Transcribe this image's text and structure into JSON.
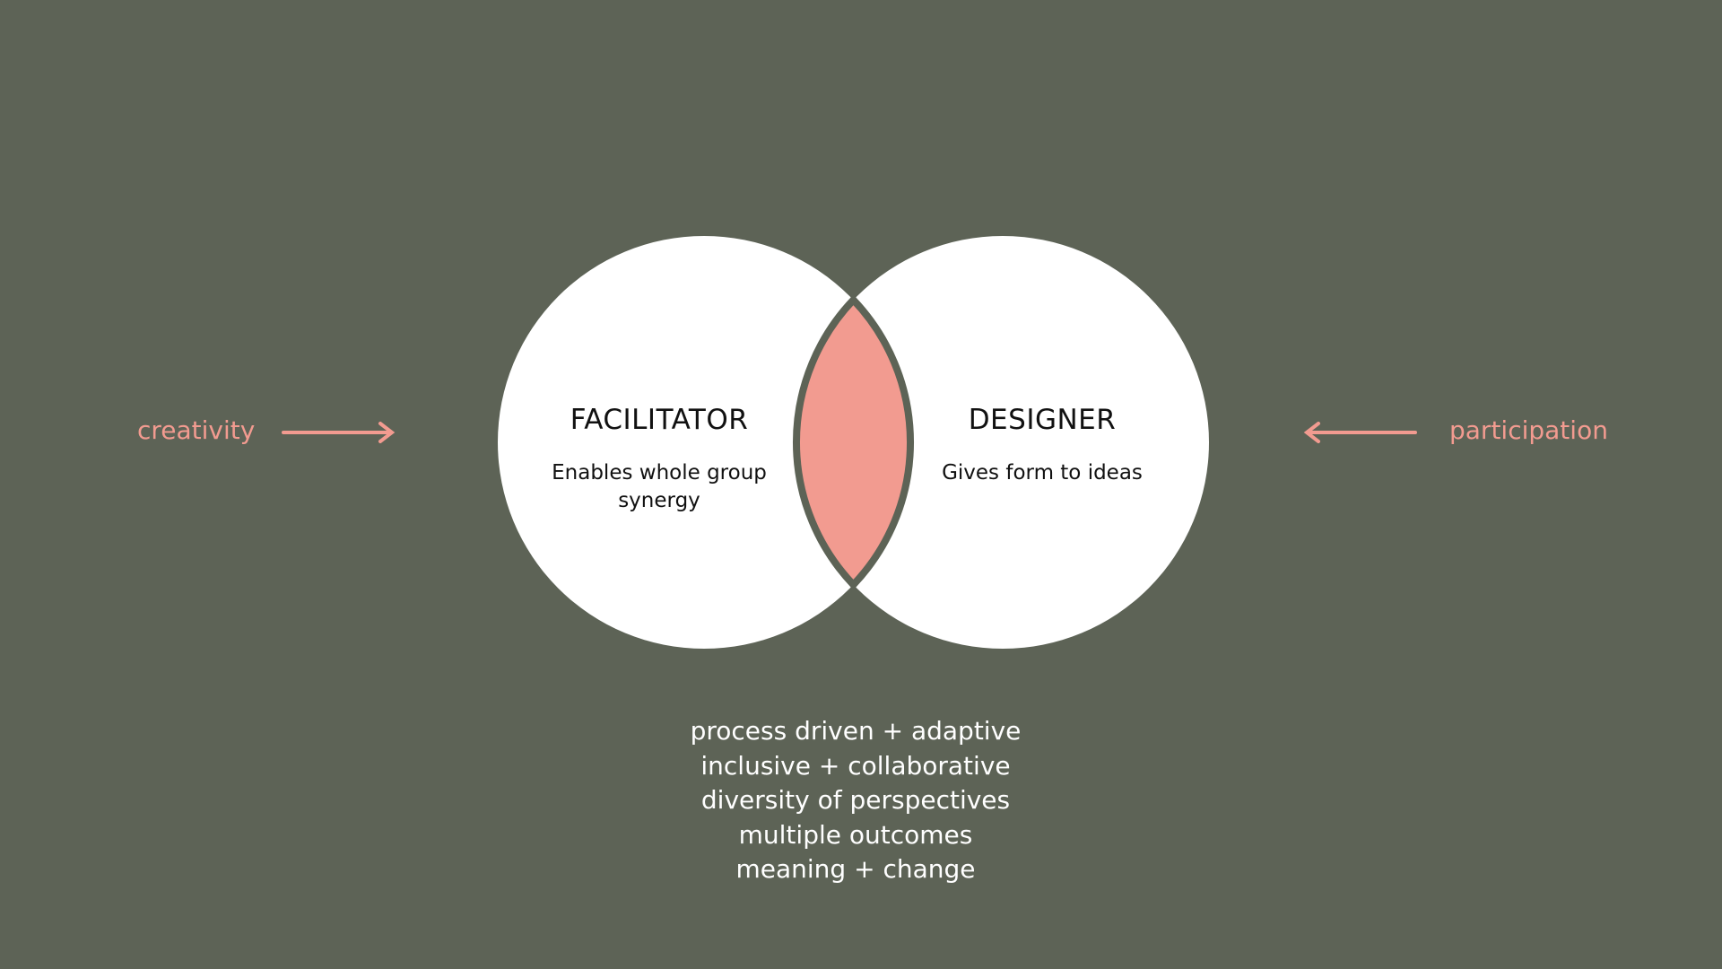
{
  "colors": {
    "background": "#5d6356",
    "accent": "#f29b90",
    "circle": "#ffffff"
  },
  "left_circle": {
    "title": "FACILITATOR",
    "description": "Enables whole group synergy"
  },
  "right_circle": {
    "title": "DESIGNER",
    "description": "Gives form to ideas"
  },
  "left_label": "creativity",
  "right_label": "participation",
  "qualities": [
    "process driven + adaptive",
    "inclusive + collaborative",
    "diversity of perspectives",
    "multiple outcomes",
    "meaning + change"
  ]
}
